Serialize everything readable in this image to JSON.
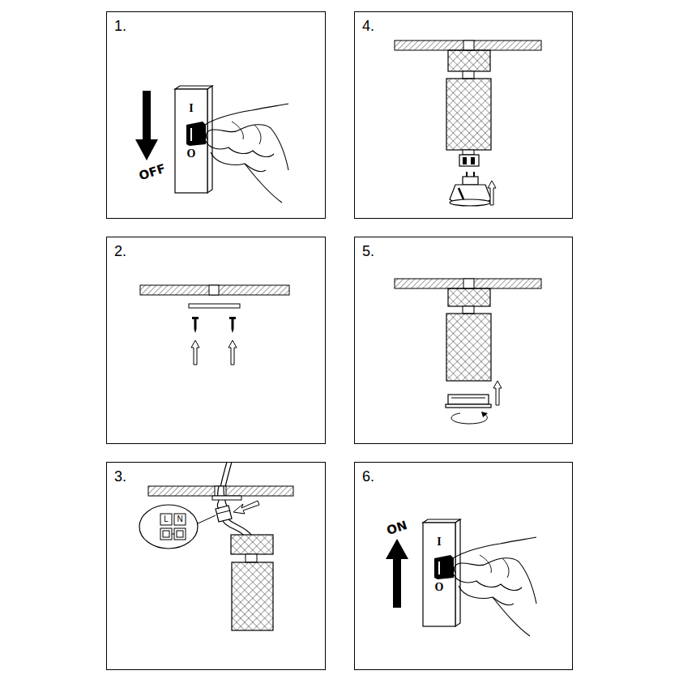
{
  "diagram": {
    "nodes": [
      {
        "text": [
          "1."
        ]
      },
      {
        "text": [
          "4."
        ]
      },
      {
        "text": [
          "2."
        ]
      },
      {
        "text": [
          "5."
        ]
      },
      {
        "text": [
          "3."
        ]
      },
      {
        "text": [
          "6."
        ]
      }
    ],
    "labels": [
      "OFF",
      "I",
      "O",
      "L",
      "N",
      "ON",
      "I",
      "O"
    ]
  }
}
